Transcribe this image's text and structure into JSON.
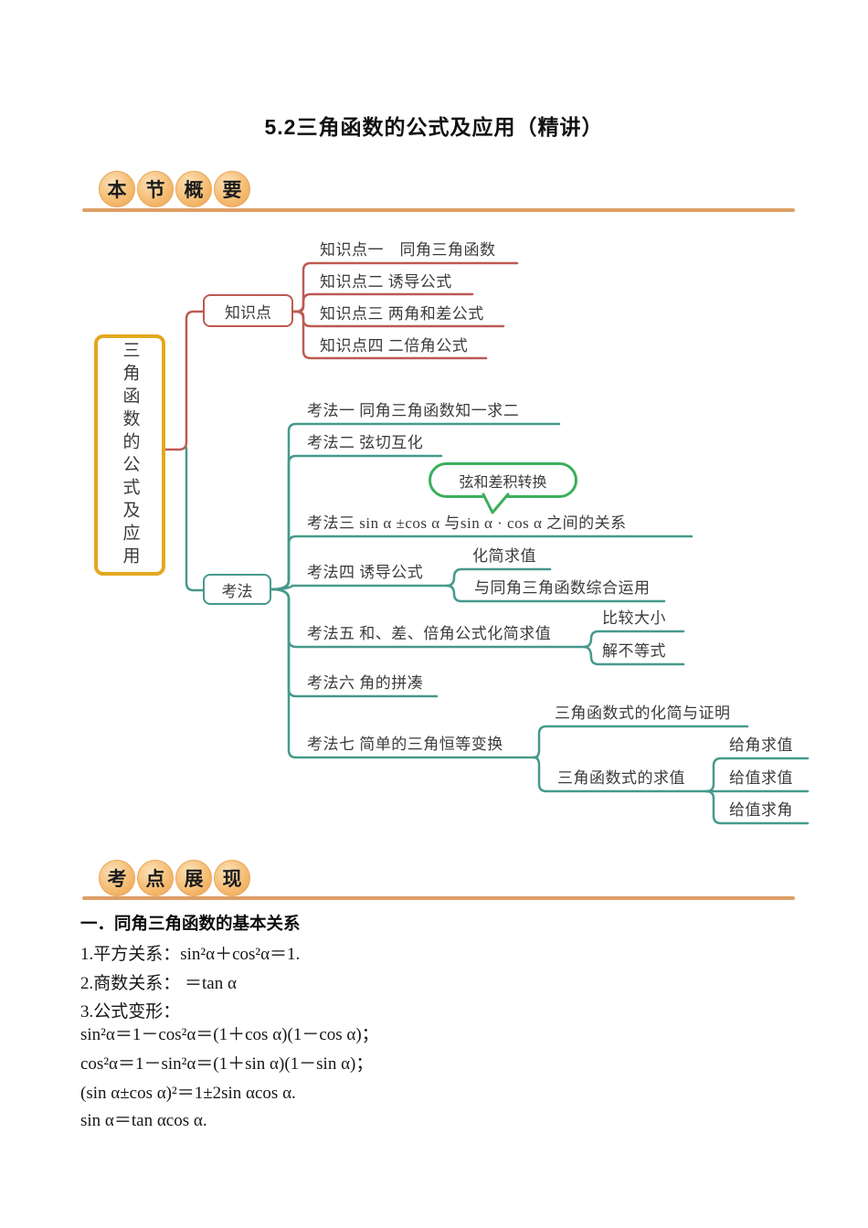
{
  "page": {
    "title": "5.2三角函数的公式及应用（精讲）"
  },
  "section_overview": {
    "badge_chars": [
      "本",
      "节",
      "概",
      "要"
    ]
  },
  "section_examples": {
    "badge_chars": [
      "考",
      "点",
      "展",
      "现"
    ]
  },
  "mindmap": {
    "root": "三角函数的公式及应用",
    "knowledge": {
      "label": "知识点",
      "children": [
        {
          "label": "知识点一　同角三角函数"
        },
        {
          "label": "知识点二 诱导公式"
        },
        {
          "label": "知识点三 两角和差公式"
        },
        {
          "label": "知识点四 二倍角公式"
        }
      ]
    },
    "methods": {
      "label": "考法",
      "callout": "弦和差积转换",
      "children": [
        {
          "label": "考法一 同角三角函数知一求二"
        },
        {
          "label": "考法二 弦切互化"
        },
        {
          "label": "考法三 sin α ±cos α 与sin α · cos α 之间的关系"
        },
        {
          "label": "考法四 诱导公式",
          "children": [
            {
              "label": "化简求值"
            },
            {
              "label": "与同角三角函数综合运用"
            }
          ]
        },
        {
          "label": "考法五 和、差、倍角公式化简求值",
          "children": [
            {
              "label": "比较大小"
            },
            {
              "label": "解不等式"
            }
          ]
        },
        {
          "label": "考法六 角的拼凑"
        },
        {
          "label": "考法七 简单的三角恒等变换",
          "children": [
            {
              "label": "三角函数式的化简与证明"
            },
            {
              "label": "三角函数式的求值",
              "children": [
                {
                  "label": "给角求值"
                },
                {
                  "label": "给值求值"
                },
                {
                  "label": "给值求角"
                }
              ]
            }
          ]
        }
      ]
    },
    "colors": {
      "root_border": "#e2a820",
      "knowledge_branch": "#bd5a52",
      "methods_branch": "#46998c",
      "callout_border": "#3cae5c"
    }
  },
  "content": {
    "heading": "一．同角三角函数的基本关系",
    "lines": [
      "1.平方关系：sin²α＋cos²α＝1.",
      "2.商数关系： ＝tan α",
      "3.公式变形：",
      "sin²α＝1－cos²α＝(1＋cos α)(1－cos α)；",
      "cos²α＝1－sin²α＝(1＋sin α)(1－sin α)；",
      "(sin α±cos α)²＝1±2sin αcos α.",
      "sin α＝tan αcos α."
    ]
  },
  "theme": {
    "badge_fill": "#f3b468",
    "rule_color": "#dd9f66"
  }
}
